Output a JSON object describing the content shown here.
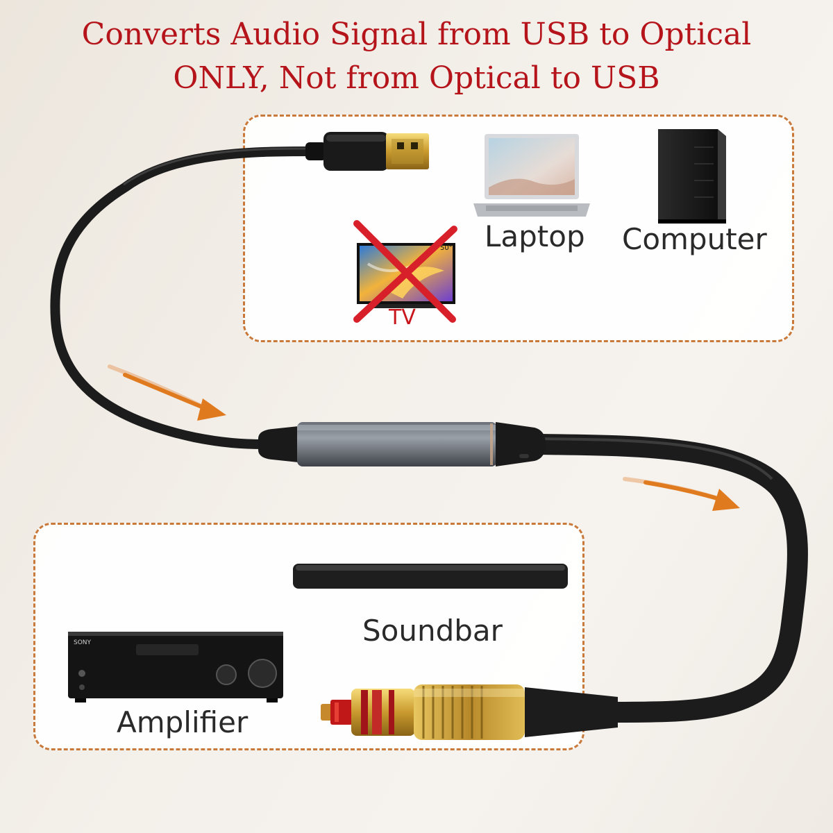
{
  "headline": {
    "line1": "Converts Audio Signal from USB to Optical",
    "line2": "ONLY, Not from Optical to USB"
  },
  "source_devices": {
    "laptop_label": "Laptop",
    "computer_label": "Computer",
    "tv_label": "TV",
    "tv_badge": "50\""
  },
  "output_devices": {
    "soundbar_label": "Soundbar",
    "amplifier_label": "Amplifier",
    "amp_brand": "SONY"
  },
  "colors": {
    "headline": "#b5141b",
    "dashed_border": "#c9793a",
    "arrow": "#e07a1e",
    "cross": "#d8202a",
    "cable": "#1c1c1c"
  },
  "icons": [
    "usb-plug-icon",
    "laptop-icon",
    "computer-tower-icon",
    "tv-icon",
    "red-cross-icon",
    "soundbar-icon",
    "amplifier-icon",
    "optical-plug-icon",
    "direction-arrow-icon"
  ]
}
